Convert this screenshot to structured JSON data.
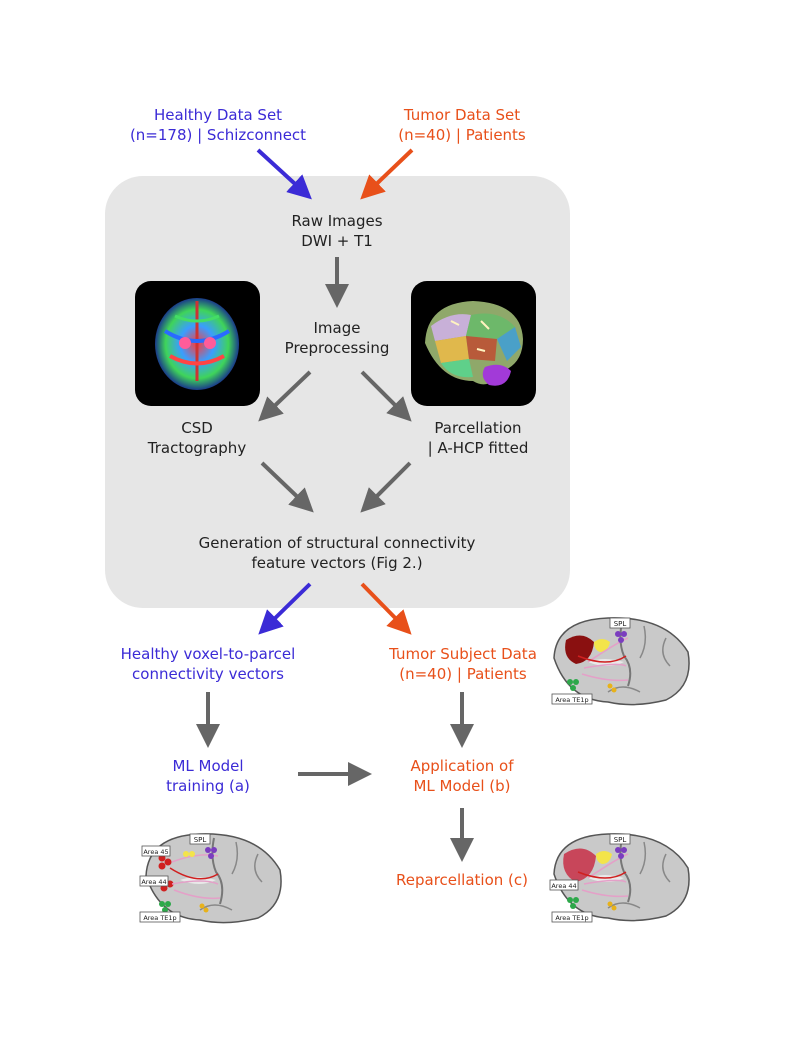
{
  "colors": {
    "healthy": "#3b2bd6",
    "tumor": "#e8501a",
    "arrow_gray": "#666666",
    "panel": "#e6e6e6"
  },
  "inputs": {
    "healthy": {
      "line1": "Healthy Data Set",
      "line2": "(n=178) | Schizconnect"
    },
    "tumor": {
      "line1": "Tumor Data Set",
      "line2": "(n=40) | Patients"
    }
  },
  "pipeline": {
    "raw": {
      "line1": "Raw Images",
      "line2": "DWI + T1"
    },
    "preprocessing": {
      "line1": "Image",
      "line2": "Preprocessing"
    },
    "csd": {
      "line1": "CSD",
      "line2": "Tractography"
    },
    "parcellation": {
      "line1": "Parcellation",
      "line2": "| A-HCP fitted"
    },
    "generation": {
      "line1": "Generation of structural connectivity",
      "line2": "feature vectors (Fig 2.)"
    }
  },
  "outputs": {
    "healthy_vectors": {
      "line1": "Healthy voxel-to-parcel",
      "line2": "connectivity vectors"
    },
    "tumor_subject": {
      "line1": "Tumor Subject Data",
      "line2": "(n=40) | Patients"
    },
    "ml_training": {
      "line1": "ML Model",
      "line2": "training (a)"
    },
    "application": {
      "line1": "Application of",
      "line2": "ML Model (b)"
    },
    "reparcellation": "Reparcellation (c)"
  },
  "brain_labels": {
    "top_right": {
      "spl": "SPL",
      "te": "Area TE1p"
    },
    "bottom_left": {
      "a45": "Area 45",
      "spl": "SPL",
      "a44": "Area 44",
      "te": "Area TE1p"
    },
    "bottom_right": {
      "spl": "SPL",
      "a44": "Area 44",
      "te": "Area TE1p"
    }
  }
}
